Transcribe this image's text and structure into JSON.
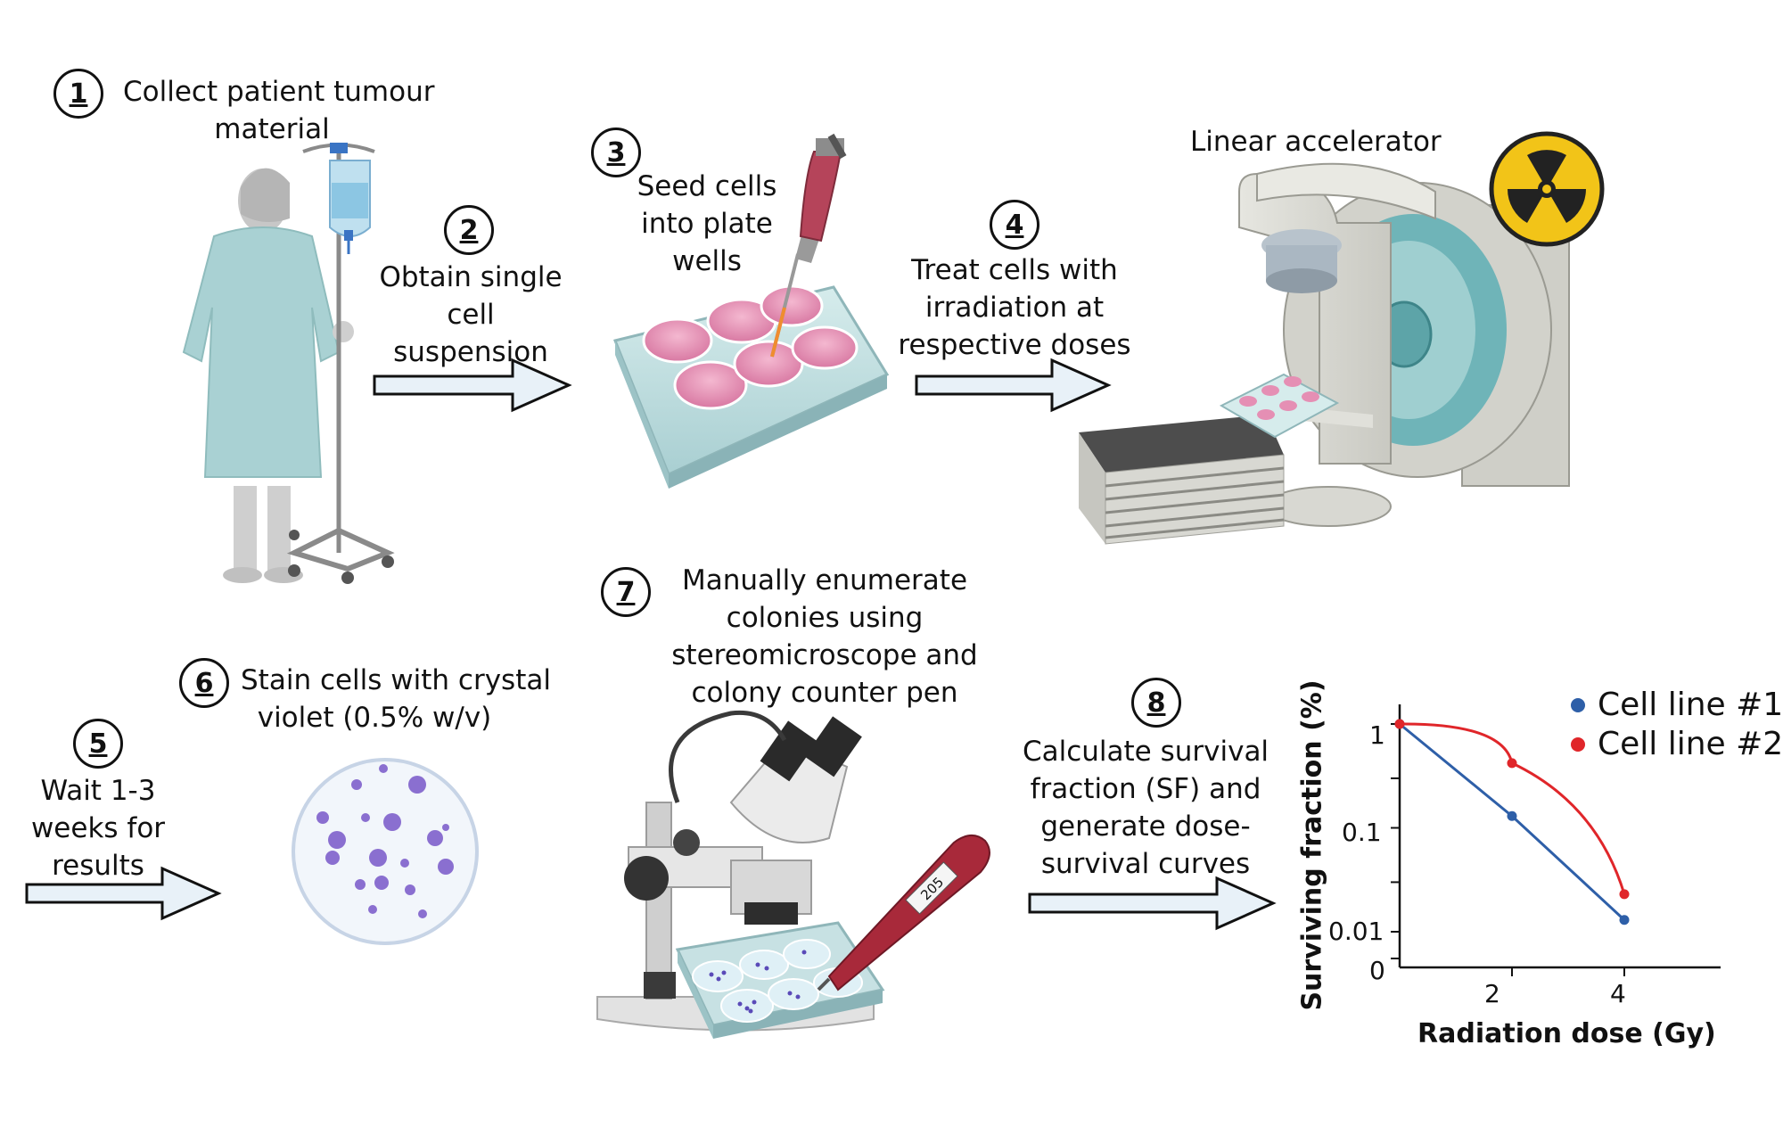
{
  "steps": [
    {
      "number": "1",
      "lines": [
        "Collect patient tumour",
        "material"
      ]
    },
    {
      "number": "2",
      "lines": [
        "Obtain single",
        "cell",
        "suspension"
      ]
    },
    {
      "number": "3",
      "lines": [
        "Seed cells",
        "into plate",
        "wells"
      ]
    },
    {
      "number": "4",
      "lines": [
        "Treat cells with",
        "irradiation at",
        "respective doses"
      ]
    },
    {
      "number": "5",
      "lines": [
        "Wait 1-3",
        "weeks for",
        "results"
      ]
    },
    {
      "number": "6",
      "lines": [
        "Stain cells with crystal",
        "violet (0.5% w/v)"
      ]
    },
    {
      "number": "7",
      "lines": [
        "Manually enumerate",
        "colonies using",
        "stereomicroscope and",
        "colony counter pen"
      ]
    },
    {
      "number": "8",
      "lines": [
        "Calculate survival",
        "fraction (SF) and",
        "generate dose-",
        "survival curves"
      ]
    }
  ],
  "linac_label": "Linear accelerator",
  "counter_pen_display": "205",
  "colors": {
    "cell_line_1": "#2e5fa8",
    "cell_line_2": "#e0262a",
    "arrow_fill": "#e8f1f8",
    "radiation_yellow": "#f2c418",
    "well_pink": "#e58fb4",
    "stain_purple": "#8a6fd0"
  },
  "chart_data": {
    "type": "line",
    "xlabel": "Radiation dose (Gy)",
    "ylabel": "Surviving fraction  (%)",
    "x_ticks": [
      "2",
      "4"
    ],
    "y_ticks": [
      "1",
      "0.1",
      "0.01",
      "0"
    ],
    "y_scale": "log",
    "legend_position": "top-right",
    "series": [
      {
        "name": "Cell line #1",
        "color": "#2e5fa8",
        "x": [
          0,
          2,
          4
        ],
        "y": [
          1,
          0.13,
          0.013
        ]
      },
      {
        "name": "Cell line #2",
        "color": "#e0262a",
        "x": [
          0,
          2,
          4
        ],
        "y": [
          1,
          0.42,
          0.023
        ]
      }
    ]
  }
}
